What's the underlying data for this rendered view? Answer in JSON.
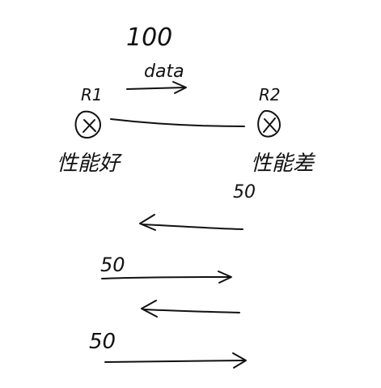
{
  "labels": {
    "top_number": "100",
    "data_label": "data",
    "router1": "R1",
    "router2": "R2",
    "left_caption": "性能好",
    "right_caption": "性能差",
    "num_50_right": "50",
    "num_50_mid": "50",
    "num_50_bottom": "50"
  },
  "colors": {
    "ink": "#111111",
    "background": "#ffffff"
  },
  "icons": {
    "router": "circle-x-router-icon",
    "arrow": "hand-drawn-arrow"
  }
}
